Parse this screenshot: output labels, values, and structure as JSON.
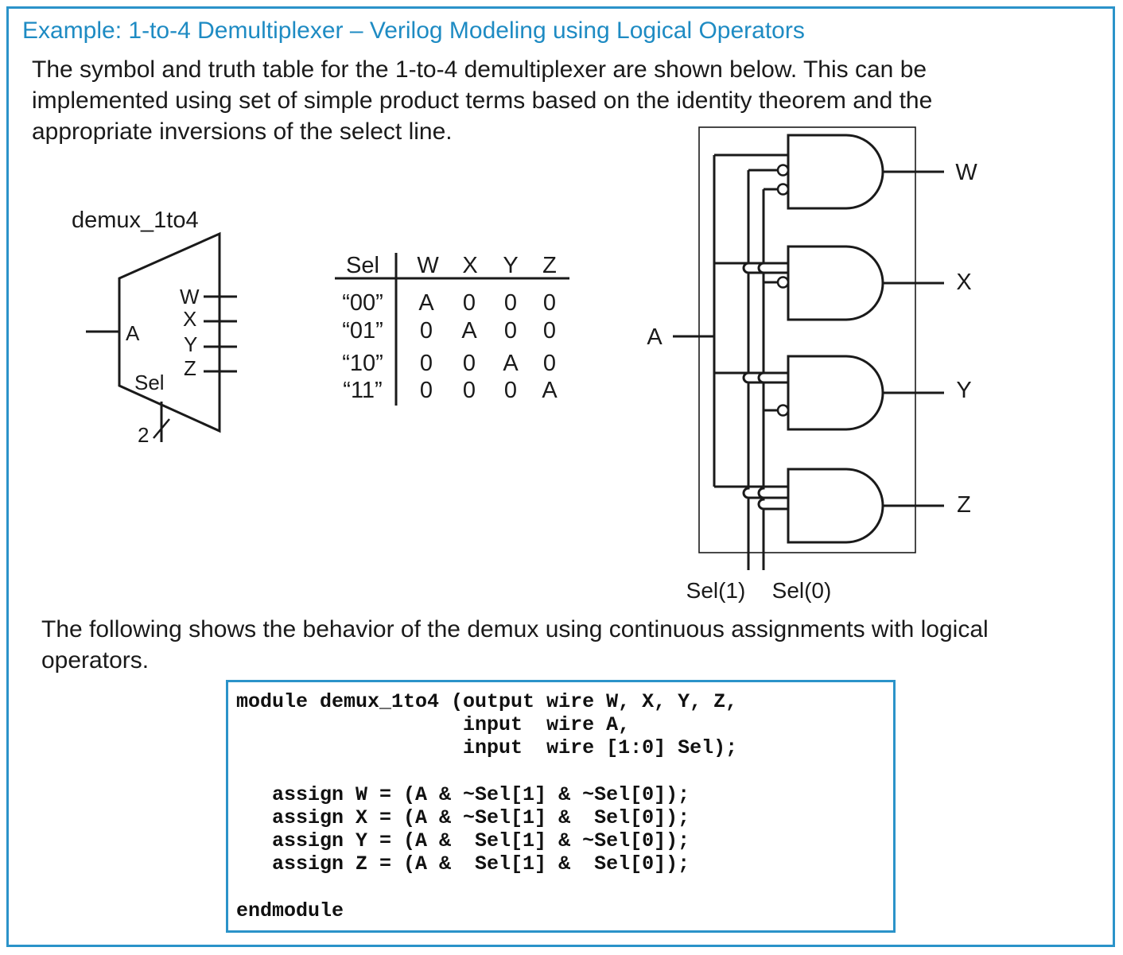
{
  "header": {
    "title": "Example: 1-to-4 Demultiplexer – Verilog Modeling using Logical Operators"
  },
  "intro": {
    "line1": "The symbol and truth table for the 1-to-4 demultiplexer are shown below.  This can be",
    "line2": "implemented using set of simple product terms based on the identity theorem and the",
    "line3": "appropriate inversions of the select line."
  },
  "symbol": {
    "name": "demux_1to4",
    "input": "A",
    "select": "Sel",
    "bus_width": "2",
    "outputs": [
      "W",
      "X",
      "Y",
      "Z"
    ]
  },
  "truth_table": {
    "headers": [
      "Sel",
      "W",
      "X",
      "Y",
      "Z"
    ],
    "rows": [
      [
        "“00”",
        "A",
        "0",
        "0",
        "0"
      ],
      [
        "“01”",
        "0",
        "A",
        "0",
        "0"
      ],
      [
        "“10”",
        "0",
        "0",
        "A",
        "0"
      ],
      [
        "“11”",
        "0",
        "0",
        "0",
        "A"
      ]
    ]
  },
  "circuit": {
    "input": "A",
    "outputs": [
      "W",
      "X",
      "Y",
      "Z"
    ],
    "sel1": "Sel(1)",
    "sel0": "Sel(0)"
  },
  "behavior": {
    "line1": "The following shows the behavior of the demux using continuous assignments with logical",
    "line2": "operators."
  },
  "code": {
    "text": "module demux_1to4 (output wire W, X, Y, Z,\n                   input  wire A,\n                   input  wire [1:0] Sel);\n\n   assign W = (A & ~Sel[1] & ~Sel[0]);\n   assign X = (A & ~Sel[1] &  Sel[0]);\n   assign Y = (A &  Sel[1] & ~Sel[0]);\n   assign Z = (A &  Sel[1] &  Sel[0]);\n\nendmodule"
  },
  "colors": {
    "accent": "#2b93c9",
    "title": "#1e8bc3",
    "text": "#1a1a1a"
  }
}
